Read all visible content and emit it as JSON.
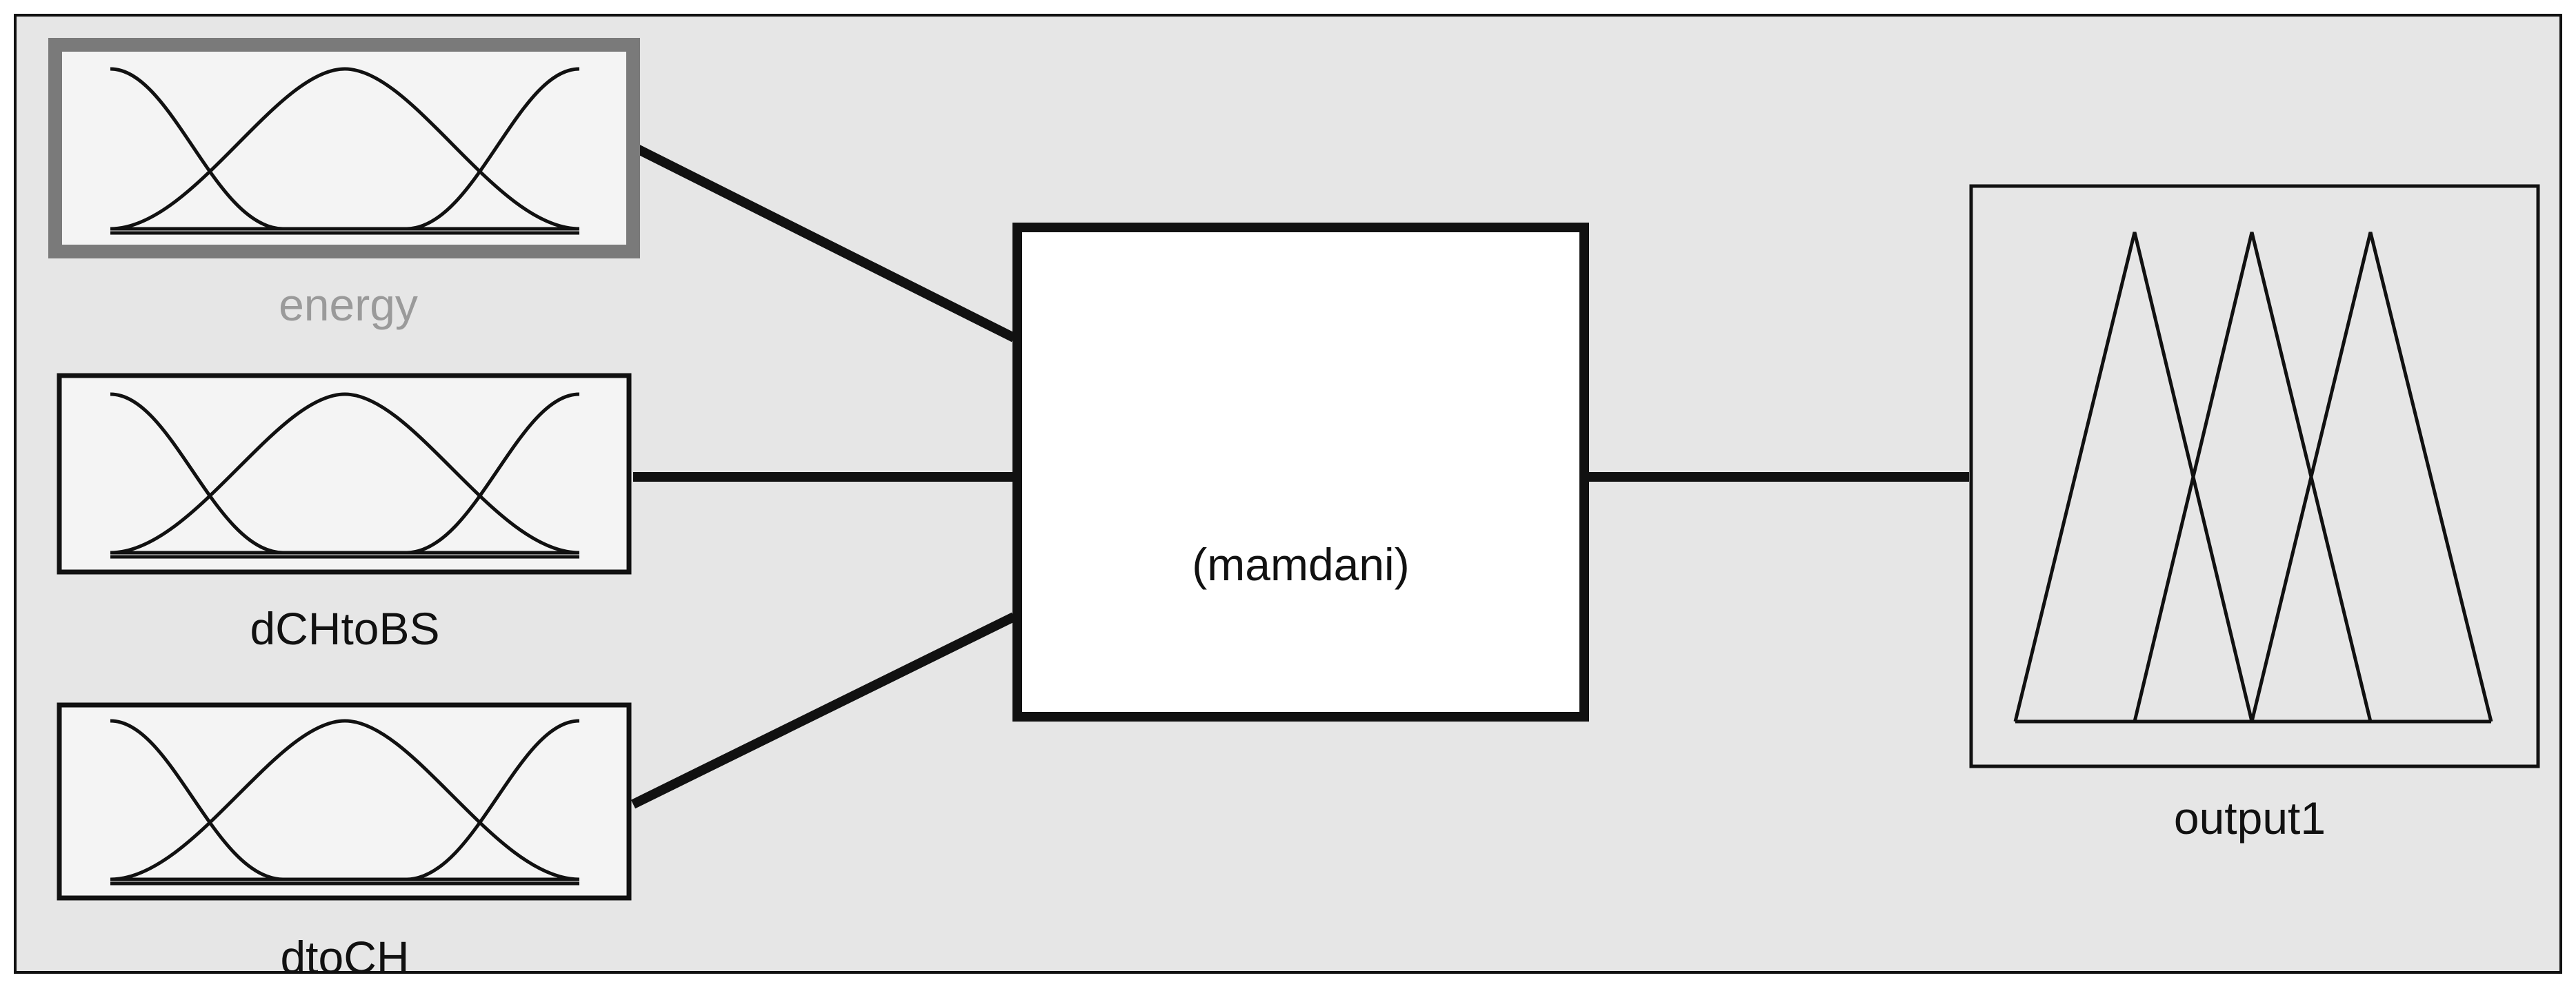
{
  "system": {
    "type_label": "(mamdani)"
  },
  "inputs": [
    {
      "name": "energy",
      "selected": true
    },
    {
      "name": "dCHtoBS",
      "selected": false
    },
    {
      "name": "dtoCH",
      "selected": false
    }
  ],
  "output": {
    "name": "output1"
  },
  "colors": {
    "canvas_background": "#e6e6e6",
    "block_background": "#f4f4f4",
    "system_block_background": "#ffffff",
    "line": "#111111",
    "selected_border": "#7a7a7a",
    "selected_label": "#9a9a9a",
    "label": "#111111"
  }
}
